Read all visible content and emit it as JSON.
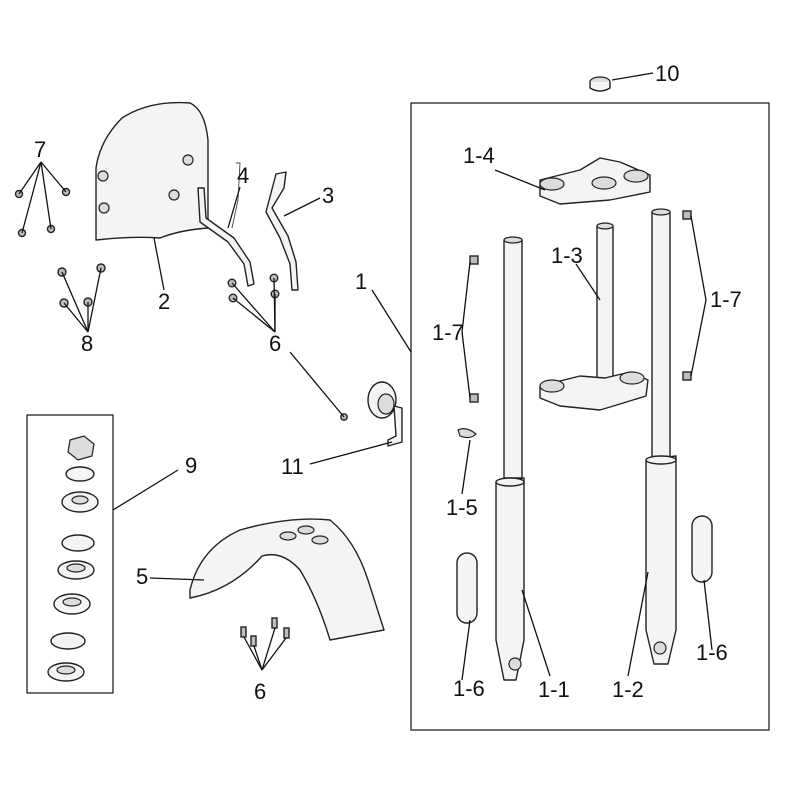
{
  "callouts": {
    "c10": "10",
    "c1_4": "1-4",
    "c7a": "7",
    "c4": "4",
    "c3": "3",
    "c2": "2",
    "c8": "8",
    "c6a": "6",
    "c1": "1",
    "c1_3": "1-3",
    "c1_7a": "1-7",
    "c1_7b": "1-7",
    "c9": "9",
    "c11": "11",
    "c1_5": "1-5",
    "c5": "5",
    "c1_6a": "1-6",
    "c1_6b": "1-6",
    "c6b": "6",
    "c1_1": "1-1",
    "c1_2": "1-2"
  }
}
